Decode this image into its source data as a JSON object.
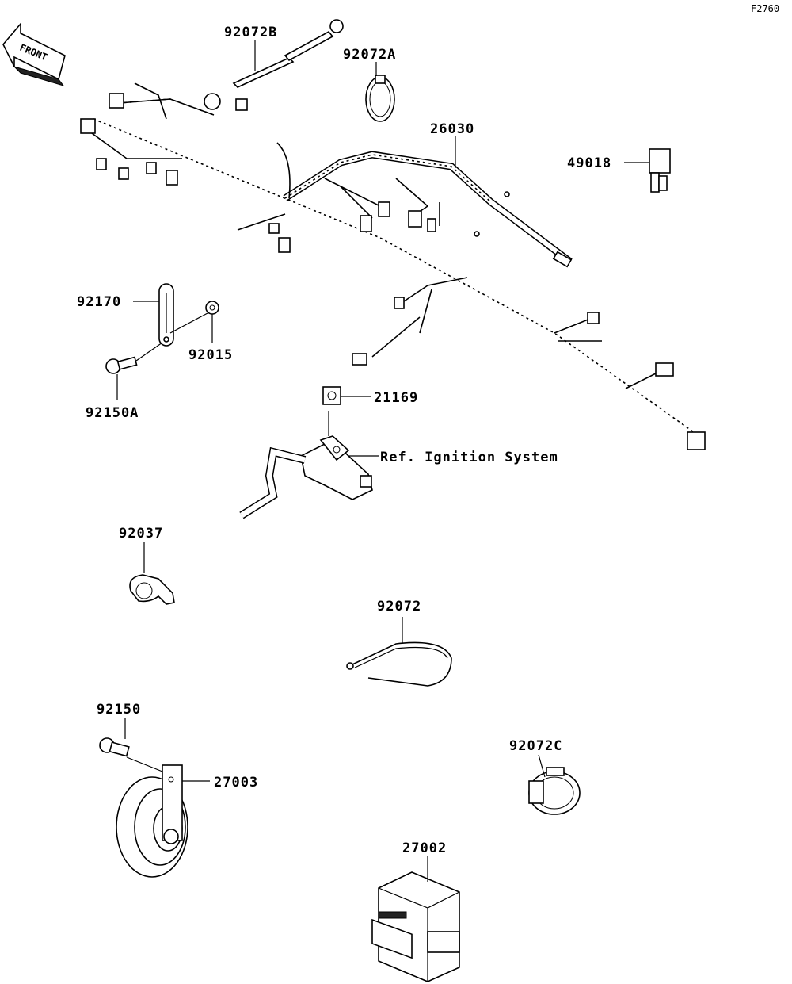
{
  "figure_code": "F2760",
  "front_label": "FRONT",
  "callouts": [
    {
      "id": "92072B",
      "text": "92072B"
    },
    {
      "id": "92072A",
      "text": "92072A"
    },
    {
      "id": "26030",
      "text": "26030"
    },
    {
      "id": "49018",
      "text": "49018"
    },
    {
      "id": "92170",
      "text": "92170"
    },
    {
      "id": "92015",
      "text": "92015"
    },
    {
      "id": "92150A",
      "text": "92150A"
    },
    {
      "id": "21169",
      "text": "21169"
    },
    {
      "id": "ref",
      "text": "Ref. Ignition System"
    },
    {
      "id": "92037",
      "text": "92037"
    },
    {
      "id": "92072",
      "text": "92072"
    },
    {
      "id": "92150",
      "text": "92150"
    },
    {
      "id": "27003",
      "text": "27003"
    },
    {
      "id": "92072C",
      "text": "92072C"
    },
    {
      "id": "27002",
      "text": "27002"
    }
  ]
}
